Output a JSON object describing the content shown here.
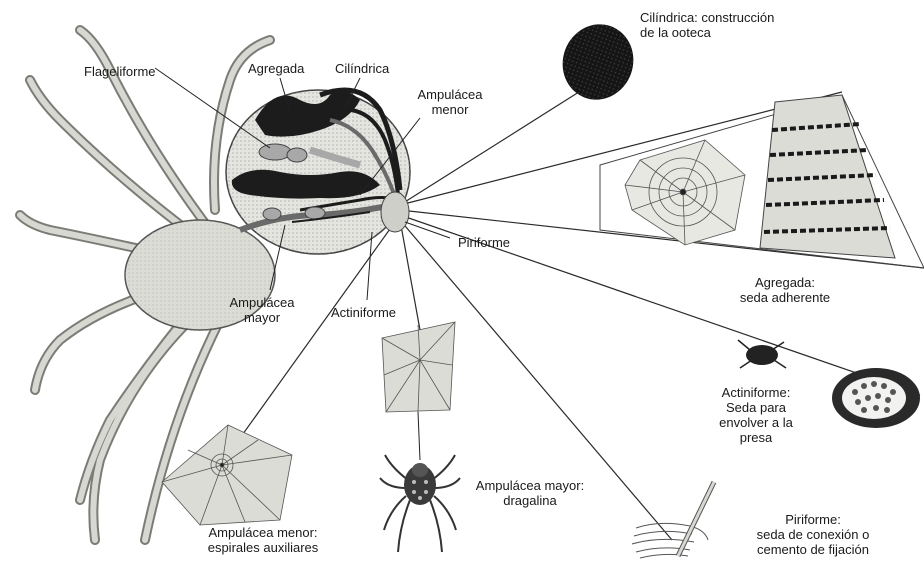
{
  "labels": {
    "flageliforme": "Flageliforme",
    "agregada": "Agregada",
    "cilindrica": "Cilíndrica",
    "ampulacea_menor": "Ampulácea\nmenor",
    "piriforme": "Piriforme",
    "actiniforme": "Actiniforme",
    "ampulacea_mayor": "Ampulácea\nmayor"
  },
  "outcomes": {
    "cilindrica": "Cilíndrica: construcción\nde la ooteca",
    "agregada": "Agregada:\nseda adherente",
    "actiniforme": "Actiniforme:\nSeda para\nenvolver a la\npresa",
    "ampulacea_mayor": "Ampulácea mayor:\ndragalina",
    "ampulacea_menor": "Ampulácea menor:\nespirales auxiliares",
    "piriforme": "Piriforme:\nseda de conexión o\ncemento de fijación"
  },
  "colors": {
    "line": "#2a2a2a",
    "abdomen": "#e4e4e0",
    "gland_dark": "#1c1c1c",
    "gland_mid": "#6a6a6a",
    "gland_light": "#a8a8a8",
    "web_fill": "#dcdcd6",
    "egg_sac": "#151515",
    "legs": "#cfcfca"
  }
}
